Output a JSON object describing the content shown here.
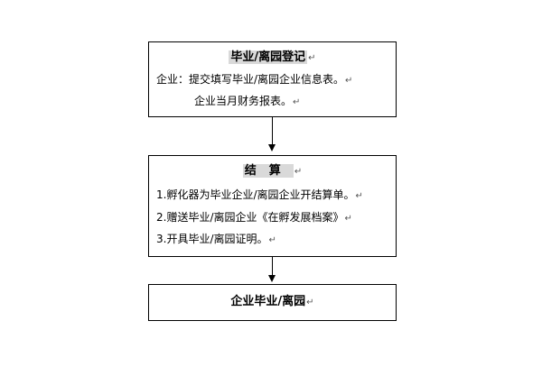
{
  "steps": [
    {
      "title": "毕业/离园登记",
      "lines": [
        "企业：提交填写毕业/离园企业信息表。",
        "企业当月财务报表。"
      ]
    },
    {
      "title": "结算",
      "lines": [
        "1.孵化器为毕业企业/离园企业开结算单。",
        "2.赠送毕业/离园企业《在孵发展档案》",
        "3.开具毕业/离园证明。"
      ]
    },
    {
      "title": "企业毕业/离园",
      "lines": []
    }
  ],
  "paragraph_mark": "↵"
}
